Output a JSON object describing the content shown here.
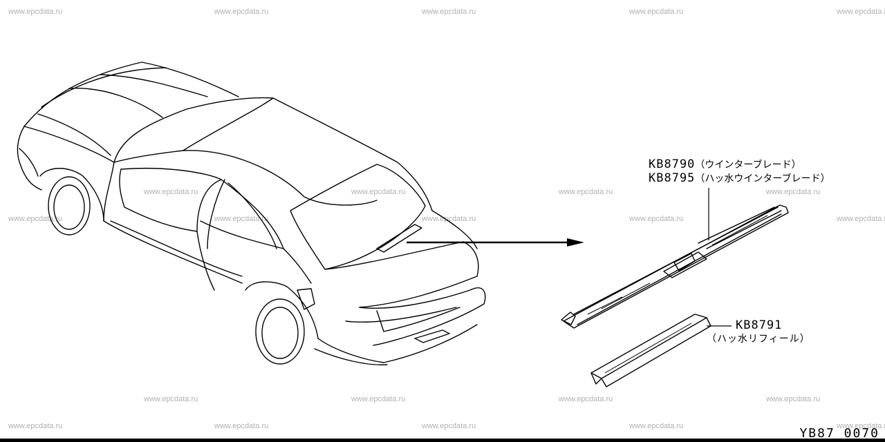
{
  "watermark": "www.epcdata.ru",
  "parts": [
    {
      "code": "KB8790",
      "desc": "（ウインターブレード）"
    },
    {
      "code": "KB8795",
      "desc": "（ハッ水ウインターブレード）"
    },
    {
      "code": "KB8791",
      "desc": "（ハッ水リフィール）"
    }
  ],
  "diagram_id": "YB87 0070"
}
